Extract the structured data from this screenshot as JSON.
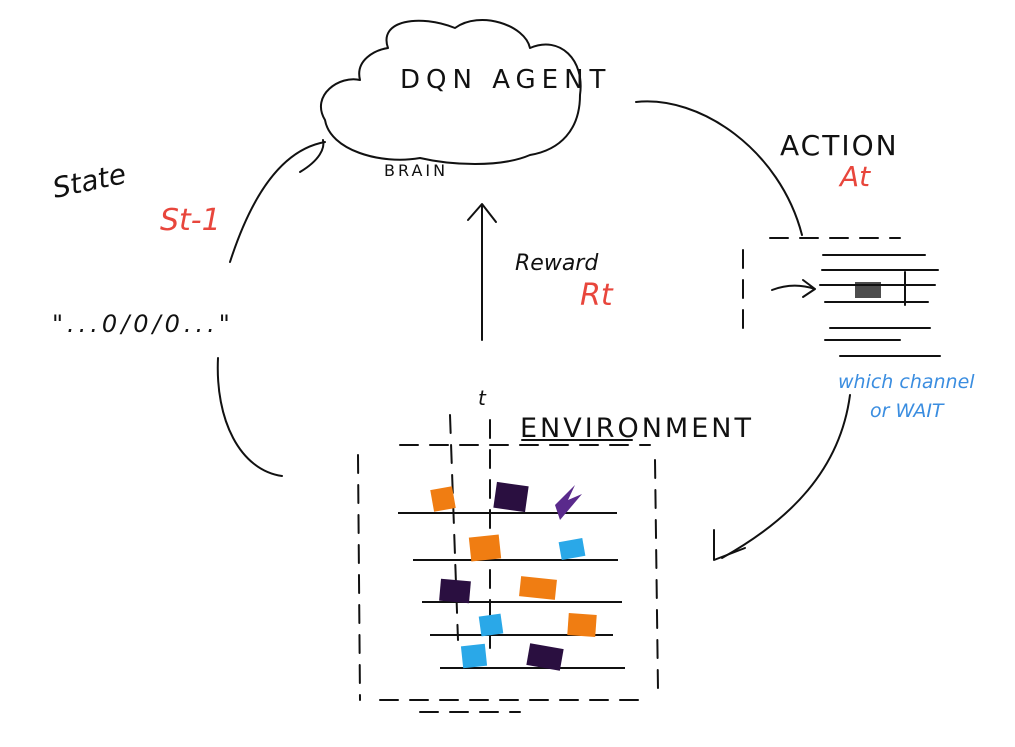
{
  "agent": {
    "title": "DQN AGENT",
    "sublabel": "BRAIN"
  },
  "state": {
    "label": "State",
    "symbol": "St-1",
    "sequence": "\"...0/0/0...\""
  },
  "reward": {
    "label": "Reward",
    "symbol": "Rt"
  },
  "action": {
    "label": "ACTION",
    "symbol": "At",
    "note_line1": "which channel",
    "note_line2": "or WAIT"
  },
  "environment": {
    "label": "ENVIRONMENT",
    "time_marker": "t"
  },
  "colors": {
    "ink": "#111111",
    "red": "#e8463c",
    "blue": "#3a8de0",
    "orange": "#f07d12",
    "purple": "#2a0f40",
    "cyan": "#2aa8e8"
  },
  "icons": [
    "cloud-icon",
    "arrow-icon",
    "hatched-square-icon"
  ]
}
